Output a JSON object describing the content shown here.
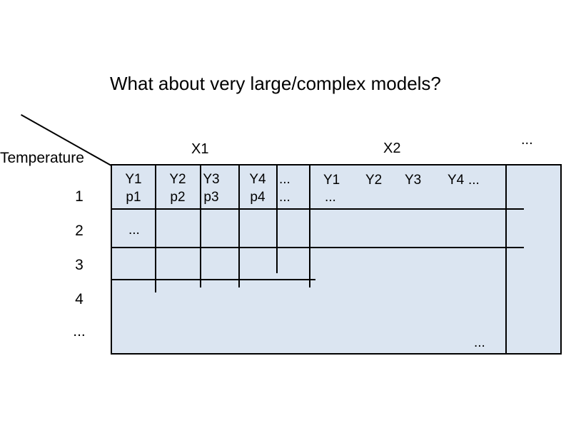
{
  "title": "What about very large/complex models?",
  "colors": {
    "table_fill": "#dbe5f1",
    "line": "#000000",
    "background": "#ffffff",
    "text": "#000000"
  },
  "left": {
    "axis_label": "Temperature",
    "rows": [
      "1",
      "2",
      "3",
      "4",
      "..."
    ]
  },
  "groups": {
    "x1": {
      "label": "X1",
      "cols": [
        [
          "Y1",
          "p1"
        ],
        [
          "Y2",
          "p2"
        ],
        [
          "Y3",
          "p3"
        ],
        [
          "Y4",
          "p4"
        ],
        [
          "...",
          "..."
        ]
      ]
    },
    "x2": {
      "label": "X2",
      "cols": [
        "Y1",
        "Y2",
        "Y3",
        "Y4",
        "..."
      ],
      "line2": "..."
    },
    "more": {
      "label": "..."
    }
  },
  "cells": {
    "row2_col1": "...",
    "bottom_right": "..."
  }
}
